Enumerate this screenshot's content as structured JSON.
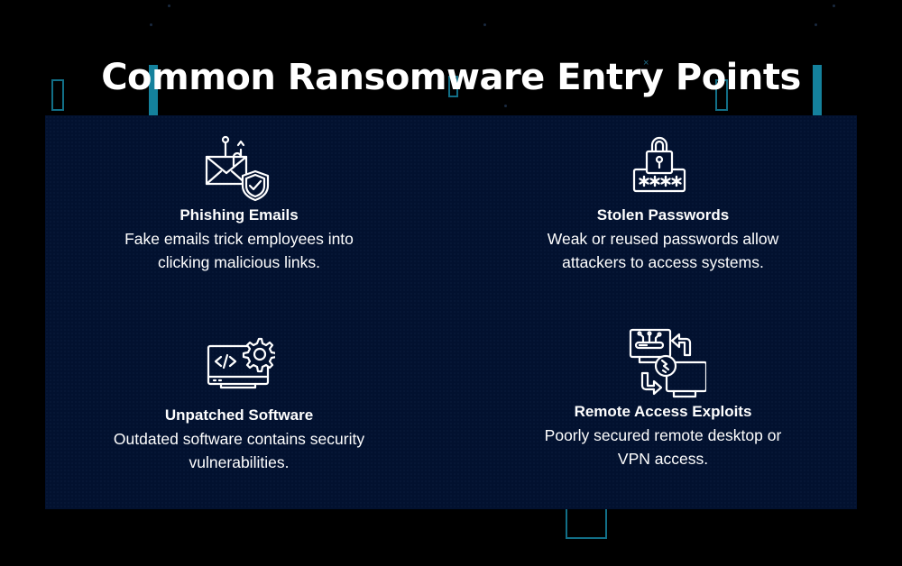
{
  "title": "Common Ransomware Entry Points",
  "colors": {
    "background": "#000000",
    "panel": "#02112f",
    "accent": "#14819c",
    "text": "#ffffff"
  },
  "entry_points": [
    {
      "icon": "phishing-email-icon",
      "heading": "Phishing Emails",
      "description_line1": "Fake emails trick employees into",
      "description_line2": "clicking malicious links."
    },
    {
      "icon": "password-lock-icon",
      "heading": "Stolen Passwords",
      "description_line1": "Weak or reused passwords allow",
      "description_line2": "attackers to access systems."
    },
    {
      "icon": "software-update-icon",
      "heading": "Unpatched Software",
      "description_line1": "Outdated software contains security",
      "description_line2": "vulnerabilities."
    },
    {
      "icon": "remote-access-icon",
      "heading": "Remote Access Exploits",
      "description_line1": "Poorly secured remote desktop or",
      "description_line2": "VPN access."
    }
  ]
}
